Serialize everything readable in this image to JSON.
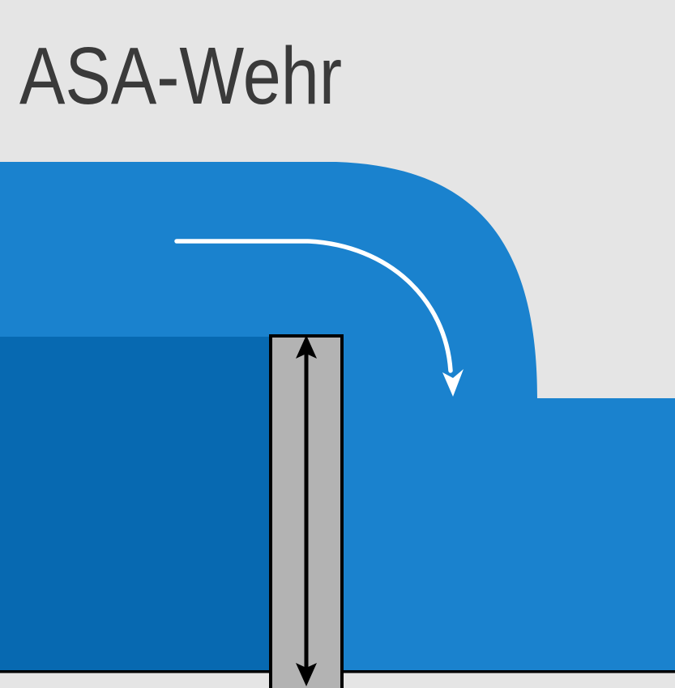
{
  "page": {
    "title": "ASA-Wehr"
  },
  "colors": {
    "background": "#e5e5e5",
    "water_flowing": "#1a82ce",
    "water_deep": "#0769b1",
    "gate_fill": "#b3b3b3",
    "outline_black": "#000000",
    "flow_arrow_white": "#ffffff",
    "title_text": "#3a3a3a"
  },
  "icons": {
    "gate_movement_arrow": "double-headed-vertical-arrow",
    "flow_direction_arrow": "curved-down-right-arrow"
  }
}
